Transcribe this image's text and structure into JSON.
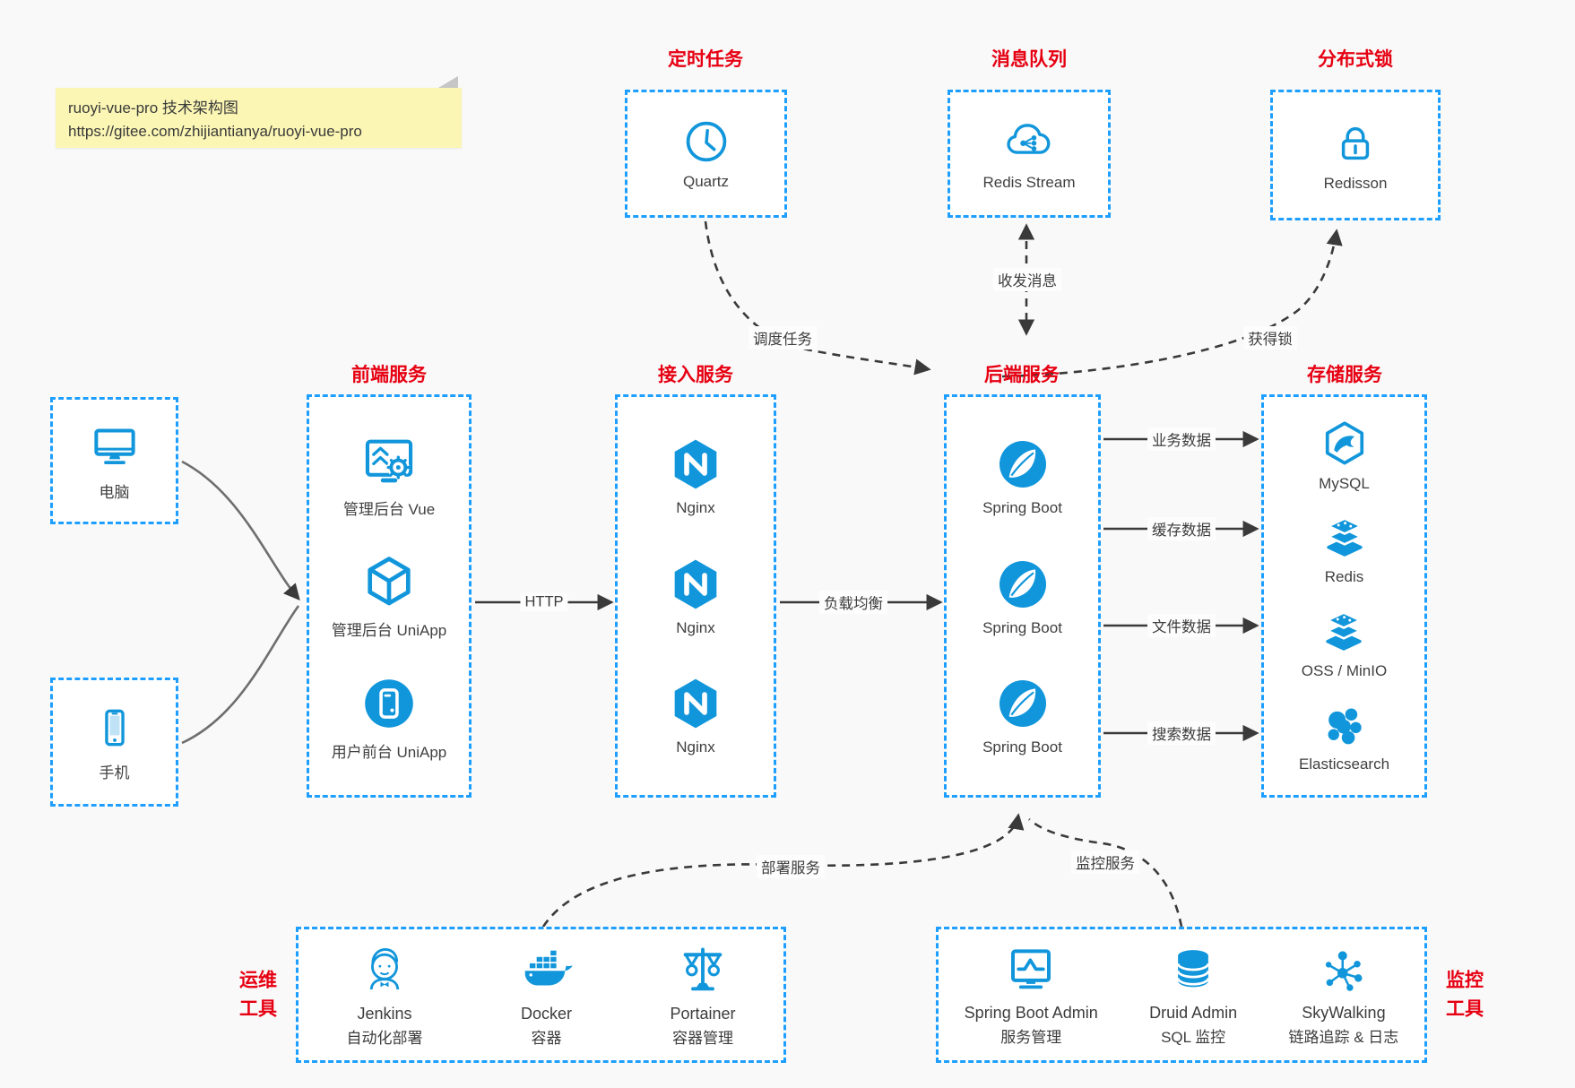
{
  "note": {
    "title": "ruoyi-vue-pro 技术架构图",
    "url": "https://gitee.com/zhijiantianya/ruoyi-vue-pro"
  },
  "colors": {
    "accent_blue": "#1296db",
    "border_blue": "#1e9fff",
    "title_red": "#e60012",
    "note_yellow": "#fbf6b4",
    "background": "#f9f9f9",
    "arrow_dark": "#3a3a3a",
    "arrow_gray": "#6e6e6e"
  },
  "top_services": [
    {
      "title": "定时任务",
      "icon": "clock-icon",
      "label": "Quartz"
    },
    {
      "title": "消息队列",
      "icon": "cloud-stream-icon",
      "label": "Redis Stream"
    },
    {
      "title": "分布式锁",
      "icon": "lock-icon",
      "label": "Redisson"
    }
  ],
  "clients": [
    {
      "icon": "desktop-icon",
      "label": "电脑"
    },
    {
      "icon": "mobile-icon",
      "label": "手机"
    }
  ],
  "columns": [
    {
      "title": "前端服务",
      "items": [
        {
          "icon": "admin-vue-icon",
          "label": "管理后台 Vue"
        },
        {
          "icon": "uniapp-cube-icon",
          "label": "管理后台 UniApp"
        },
        {
          "icon": "user-app-icon",
          "label": "用户前台 UniApp"
        }
      ]
    },
    {
      "title": "接入服务",
      "items": [
        {
          "icon": "nginx-icon",
          "label": "Nginx"
        },
        {
          "icon": "nginx-icon",
          "label": "Nginx"
        },
        {
          "icon": "nginx-icon",
          "label": "Nginx"
        }
      ]
    },
    {
      "title": "后端服务",
      "items": [
        {
          "icon": "spring-boot-icon",
          "label": "Spring Boot"
        },
        {
          "icon": "spring-boot-icon",
          "label": "Spring Boot"
        },
        {
          "icon": "spring-boot-icon",
          "label": "Spring Boot"
        }
      ]
    },
    {
      "title": "存储服务",
      "items": [
        {
          "icon": "mysql-icon",
          "label": "MySQL"
        },
        {
          "icon": "redis-icon",
          "label": "Redis"
        },
        {
          "icon": "minio-icon",
          "label": "OSS / MinIO"
        },
        {
          "icon": "elasticsearch-icon",
          "label": "Elasticsearch"
        }
      ]
    }
  ],
  "edge_labels": {
    "http": "HTTP",
    "load_balance": "负载均衡",
    "schedule": "调度任务",
    "message": "收发消息",
    "lock": "获得锁",
    "business_data": "业务数据",
    "cache_data": "缓存数据",
    "file_data": "文件数据",
    "search_data": "搜索数据",
    "deploy": "部署服务",
    "monitor": "监控服务"
  },
  "tool_groups": [
    {
      "title_lines": [
        "运维",
        "工具"
      ],
      "items": [
        {
          "icon": "jenkins-icon",
          "label": "Jenkins",
          "sub": "自动化部署"
        },
        {
          "icon": "docker-icon",
          "label": "Docker",
          "sub": "容器"
        },
        {
          "icon": "portainer-icon",
          "label": "Portainer",
          "sub": "容器管理"
        }
      ]
    },
    {
      "title_lines": [
        "监控",
        "工具"
      ],
      "items": [
        {
          "icon": "spring-boot-admin-icon",
          "label": "Spring Boot Admin",
          "sub": "服务管理"
        },
        {
          "icon": "druid-icon",
          "label": "Druid Admin",
          "sub": "SQL 监控"
        },
        {
          "icon": "skywalking-icon",
          "label": "SkyWalking",
          "sub": "链路追踪 & 日志"
        }
      ]
    }
  ]
}
